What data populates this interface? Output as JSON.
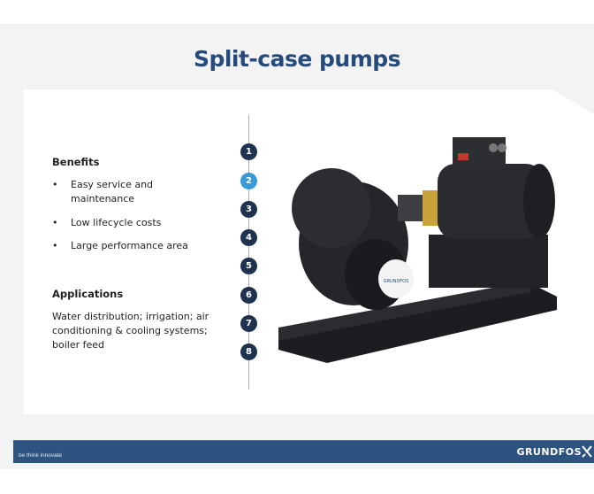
{
  "title": "Split-case pumps",
  "benefits": {
    "heading": "Benefits",
    "items": [
      "Easy service and maintenance",
      "Low lifecycle costs",
      "Large performance area"
    ]
  },
  "applications": {
    "heading": "Applications",
    "text": "Water distribution; irrigation; air conditioning & cooling systems; boiler feed"
  },
  "steps": [
    "1",
    "2",
    "3",
    "4",
    "5",
    "6",
    "7",
    "8"
  ],
  "active_step": "2",
  "footer": {
    "tagline": "be think innovate",
    "logo": "GRUNDFOS"
  },
  "pump_badge": "GRUNDFOS",
  "colors": {
    "title": "#254b7c",
    "footer": "#2d5380",
    "step": "#1f3250",
    "step_active": "#3a9ad9"
  }
}
